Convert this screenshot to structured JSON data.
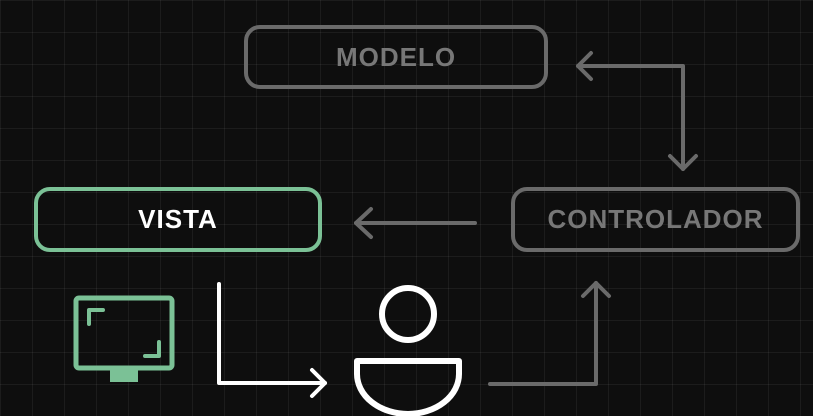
{
  "diagram": {
    "nodes": {
      "modelo": "MODELO",
      "vista": "VISTA",
      "controlador": "CONTROLADOR"
    },
    "icons": {
      "monitor": "monitor-icon",
      "user": "user-icon"
    },
    "colors": {
      "background": "#0e0e0e",
      "grid": "#2a2a2a",
      "muted_stroke": "#6a6a6a",
      "muted_text": "#777777",
      "vista_accent": "#7bc196",
      "user_icon": "#ffffff",
      "vista_arrow": "#ffffff"
    },
    "edges": [
      {
        "from": "controlador",
        "to": "modelo"
      },
      {
        "from": "modelo",
        "to": "controlador"
      },
      {
        "from": "controlador",
        "to": "vista"
      },
      {
        "from": "vista",
        "to": "user"
      },
      {
        "from": "user",
        "to": "controlador"
      }
    ]
  }
}
